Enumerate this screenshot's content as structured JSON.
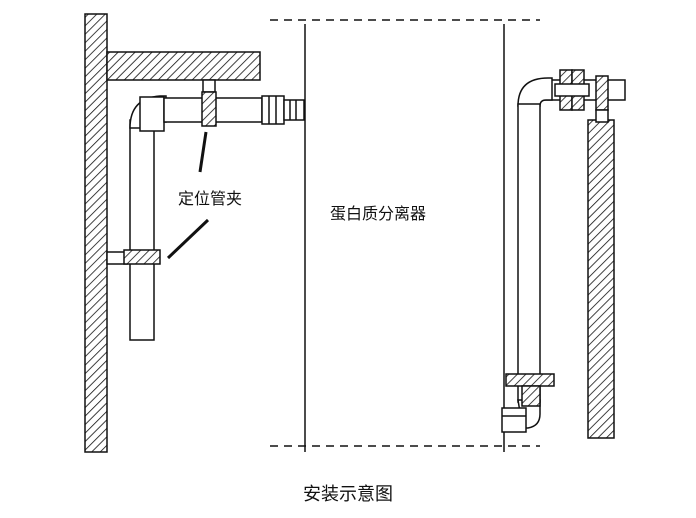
{
  "labels": {
    "clamp": "定位管夹",
    "separator": "蛋白质分离器",
    "caption": "安装示意图"
  }
}
